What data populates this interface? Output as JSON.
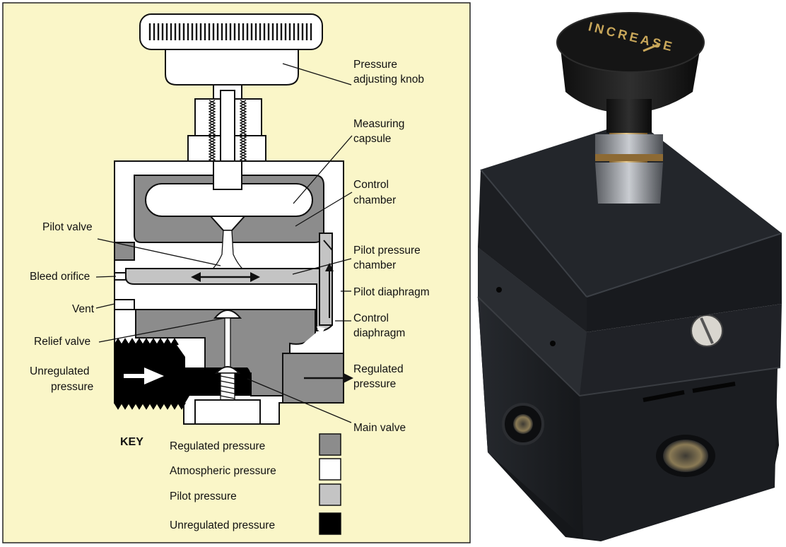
{
  "colors": {
    "panel_background": "#faf6c8",
    "regulated": "#8c8c8c",
    "atmospheric": "#ffffff",
    "pilot": "#c4c4c4",
    "unregulated": "#000000",
    "product_body": "#1c1e22"
  },
  "labels": {
    "pressure_adjusting_knob": [
      "Pressure",
      "adjusting knob"
    ],
    "measuring_capsule": [
      "Measuring",
      "capsule"
    ],
    "control_chamber": [
      "Control",
      "chamber"
    ],
    "pilot_valve": "Pilot valve",
    "pilot_pressure_chamber": [
      "Pilot pressure",
      "chamber"
    ],
    "bleed_orifice": "Bleed orifice",
    "pilot_diaphragm": "Pilot diaphragm",
    "vent": "Vent",
    "control_diaphragm": [
      "Control",
      "diaphragm"
    ],
    "relief_valve": "Relief valve",
    "unregulated_pressure": [
      "Unregulated",
      "pressure"
    ],
    "regulated_pressure": [
      "Regulated",
      "pressure"
    ],
    "main_valve": "Main valve"
  },
  "key": {
    "title": "KEY",
    "items": [
      {
        "label": "Regulated pressure",
        "color": "#8c8c8c"
      },
      {
        "label": "Atmospheric pressure",
        "color": "#ffffff"
      },
      {
        "label": "Pilot pressure",
        "color": "#c4c4c4"
      },
      {
        "label": "Unregulated pressure",
        "color": "#000000"
      }
    ]
  },
  "product_photo": {
    "knob_text": "INCREASE"
  }
}
